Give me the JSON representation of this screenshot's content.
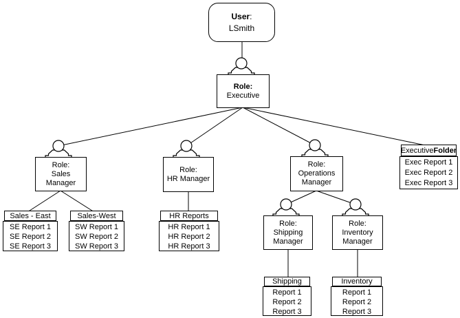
{
  "user_node": {
    "title": "User",
    "colon": ":",
    "name": "LSmith"
  },
  "roles": {
    "executive": {
      "lines": [
        "Role:",
        "Executive"
      ]
    },
    "sales_manager": {
      "lines": [
        "Role:",
        "Sales",
        "Manager"
      ]
    },
    "hr_manager": {
      "lines": [
        "Role:",
        "HR Manager"
      ]
    },
    "operations_manager": {
      "lines": [
        "Role:",
        "Operations",
        "Manager"
      ]
    },
    "shipping_manager": {
      "lines": [
        "Role:",
        "Shipping",
        "Manager"
      ]
    },
    "inventory_manager": {
      "lines": [
        "Role:",
        "Inventory",
        "Manager"
      ]
    }
  },
  "folders": {
    "executive_folder": {
      "header_regular": "Executive ",
      "header_bold": "Folder",
      "items": [
        "Exec Report 1",
        "Exec Report 2",
        "Exec Report 3"
      ]
    },
    "sales_east": {
      "header": "Sales - East",
      "items": [
        "SE Report 1",
        "SE Report 2",
        "SE Report 3"
      ]
    },
    "sales_west": {
      "header": "Sales-West",
      "items": [
        "SW Report 1",
        "SW Report 2",
        "SW Report 3"
      ]
    },
    "hr_reports": {
      "header": "HR Reports",
      "items": [
        "HR Report 1",
        "HR Report 2",
        "HR Report 3"
      ]
    },
    "shipping": {
      "header": "Shipping",
      "items": [
        "Report 1",
        "Report 2",
        "Report 3"
      ]
    },
    "inventory": {
      "header": "Inventory",
      "items": [
        "Report 1",
        "Report 2",
        "Report 3"
      ]
    }
  },
  "colors": {
    "stroke": "#000000",
    "node_fill": "#ffffff",
    "text": "#000000"
  }
}
